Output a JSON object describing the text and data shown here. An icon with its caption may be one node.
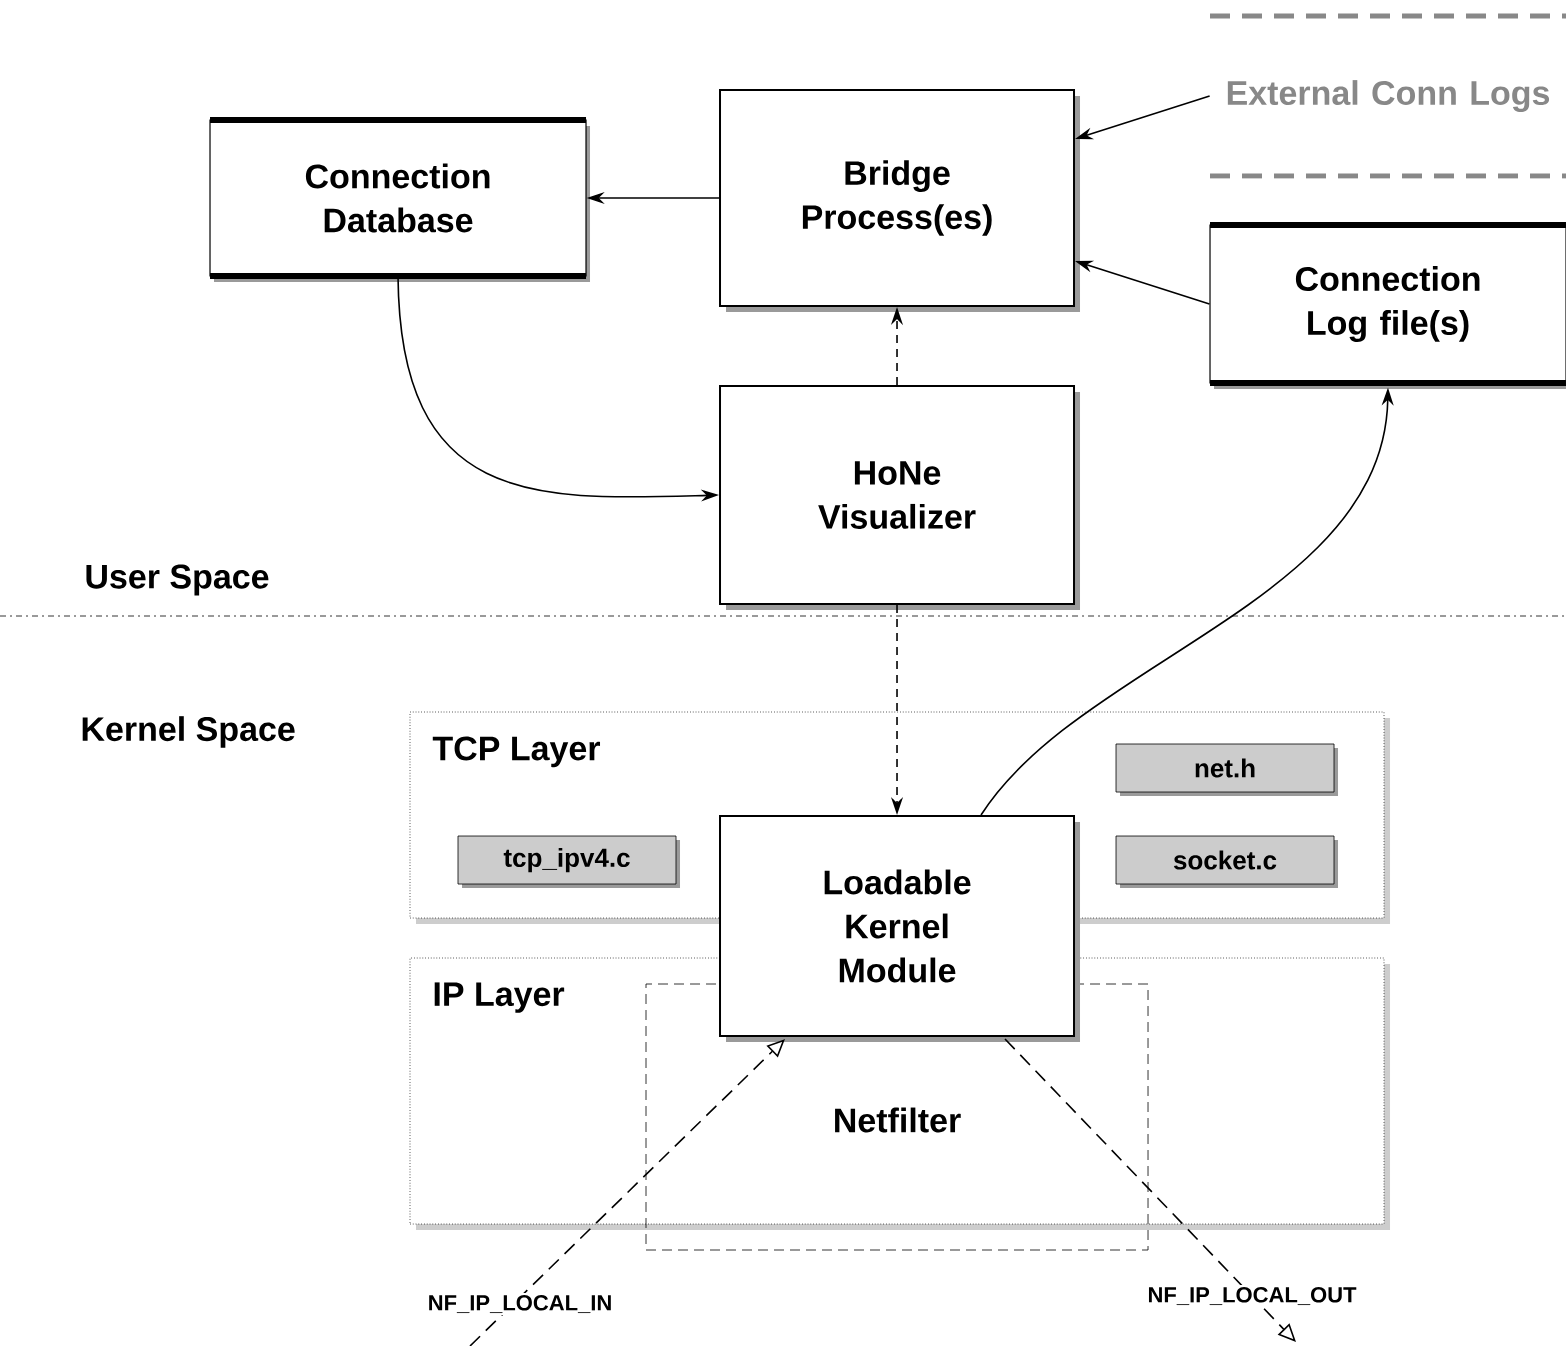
{
  "diagram": {
    "nodes": [
      {
        "text": [
          "Connection Database"
        ]
      },
      {
        "text": [
          "Bridge Process(es)"
        ]
      },
      {
        "text": [
          "External Conn Logs"
        ]
      },
      {
        "text": [
          "Connection Log file(s)"
        ]
      },
      {
        "text": [
          "HoNe Visualizer"
        ]
      },
      {
        "text": [
          "TCP Layer"
        ]
      },
      {
        "text": [
          "net.h"
        ],
        "in": 5
      },
      {
        "text": [
          "tcp_ipv4.c"
        ],
        "in": 5
      },
      {
        "text": [
          "socket.c"
        ],
        "in": 5
      },
      {
        "text": [
          "Loadable Kernel Module"
        ]
      },
      {
        "text": [
          "IP Layer"
        ]
      },
      {
        "text": [
          "Netfilter"
        ]
      }
    ],
    "edges": [
      {
        "from": 1,
        "to": 0,
        "arrow": "to"
      },
      {
        "from": 2,
        "to": 1,
        "arrow": "to"
      },
      {
        "from": 3,
        "to": 1,
        "arrow": "to"
      },
      {
        "from": 0,
        "to": 4,
        "arrow": "to"
      },
      {
        "from": 4,
        "to": 1,
        "arrow": "to",
        "style": "dashed"
      },
      {
        "from": 4,
        "to": 9,
        "arrow": "to",
        "style": "dashed"
      },
      {
        "from": 9,
        "to": 3,
        "arrow": "to"
      },
      {
        "from": null,
        "to": 9,
        "arrow": "to",
        "style": "dashed",
        "label": "NF_IP_LOCAL_IN"
      },
      {
        "from": 9,
        "to": null,
        "arrow": "to",
        "style": "dashed",
        "label": "NF_IP_LOCAL_OUT"
      }
    ],
    "labels": [
      "User Space",
      "Kernel Space"
    ]
  }
}
